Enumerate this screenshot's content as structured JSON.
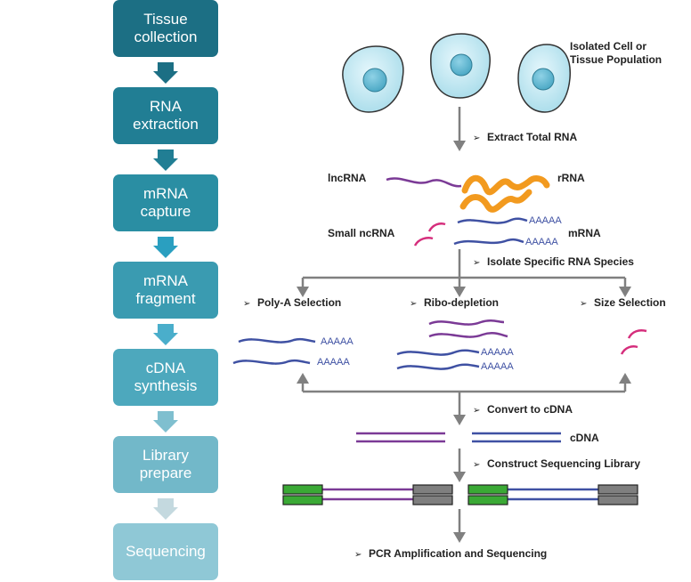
{
  "pipeline": {
    "steps": [
      {
        "label": "Tissue\ncollection",
        "color": "#1c6f84"
      },
      {
        "label": "RNA\nextraction",
        "color": "#217e94"
      },
      {
        "label": "mRNA\ncapture",
        "color": "#2a8ea3"
      },
      {
        "label": "mRNA\nfragment",
        "color": "#3a9bb1"
      },
      {
        "label": "cDNA\nsynthesis",
        "color": "#4da8bd"
      },
      {
        "label": "Library\nprepare",
        "color": "#72b8c9"
      },
      {
        "label": "Sequencing",
        "color": "#8fc8d6"
      }
    ]
  },
  "workflow": {
    "cells_label_1": "Isolated Cell or",
    "cells_label_2": "Tissue Population",
    "extract": "Extract Total RNA",
    "lncrna": "lncRNA",
    "rrna": "rRNA",
    "small_ncrna": "Small ncRNA",
    "mrna": "mRNA",
    "polya_tail": "AAAAA",
    "isolate": "Isolate Specific RNA Species",
    "polya_selection": "Poly-A Selection",
    "ribo_depletion": "Ribo-depletion",
    "size_selection": "Size Selection",
    "convert": "Convert to cDNA",
    "cdna": "cDNA",
    "construct": "Construct Sequencing Library",
    "pcr": "PCR Amplification and Sequencing"
  },
  "colors": {
    "purple": "#7b3a96",
    "blue": "#3f51a3",
    "orange": "#f29a1f",
    "pink": "#d52e7c",
    "arrow": "#808080",
    "green": "#3aa935"
  }
}
